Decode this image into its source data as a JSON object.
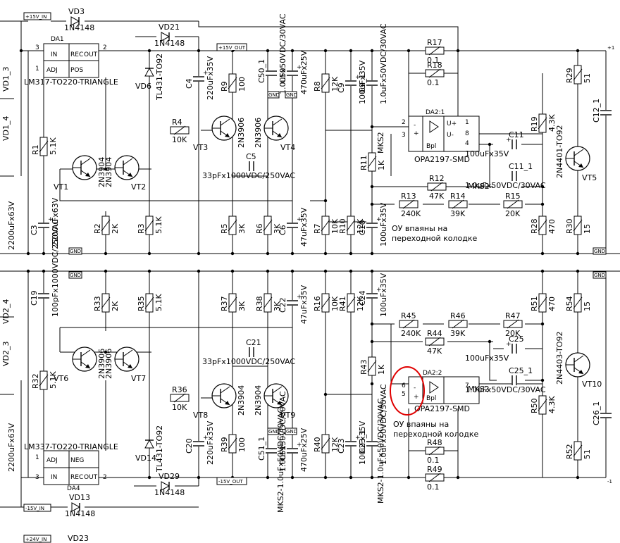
{
  "rails": {
    "p15_in": "+15V_IN",
    "p15_out": "+15V_OUT",
    "m15_in": "-15V_IN",
    "m15_out": "-15V_OUT",
    "p24_in": "+24V_IN",
    "gnd": "GND",
    "edge_top": "+1",
    "edge_bot": "-1"
  },
  "ics": {
    "da1": {
      "ref": "DA1",
      "part": "LM317-TO220-TRIANGLE",
      "p_in": "IN",
      "p_out": "OUT",
      "p_rec": "REC",
      "p_adj": "ADJ",
      "p_pos": "POS",
      "n3": "3",
      "n2": "2",
      "n1": "1"
    },
    "da4": {
      "ref": "DA4",
      "part": "LM337-TO220-TRIANGLE",
      "p_in": "IN",
      "p_out": "OUT",
      "p_rec": "REC",
      "p_adj": "ADJ",
      "p_neg": "NEG",
      "n3": "3",
      "n2": "2",
      "n1": "1"
    },
    "da21": {
      "ref": "DA2:1",
      "part": "OPA2197-SMD",
      "n2": "2",
      "n3": "3",
      "n1": "1",
      "n8": "8",
      "n4": "4",
      "bpl": "Bpl",
      "u_plus": "U+",
      "u_minus": "U-",
      "in_minus": "-",
      "in_plus": "+"
    },
    "da22": {
      "ref": "DA2:2",
      "part": "OPA2197-SMD",
      "n6": "6",
      "n5": "5",
      "n7": "7",
      "bpl": "Bpl",
      "in_minus": "-",
      "in_plus": "+"
    }
  },
  "transistors": {
    "vt1": {
      "ref": "VT1",
      "part": "2N3904"
    },
    "vt2": {
      "ref": "VT2",
      "part": "2N3904"
    },
    "vt3": {
      "ref": "VT3",
      "part": "2N3906"
    },
    "vt4": {
      "ref": "VT4",
      "part": "2N3906"
    },
    "vt5": {
      "ref": "VT5",
      "part": "2N4401-TO92"
    },
    "vt6": {
      "ref": "VT6",
      "part": "2N3906"
    },
    "vt7": {
      "ref": "VT7",
      "part": "2N3906"
    },
    "vt8": {
      "ref": "VT8",
      "part": "2N3904"
    },
    "vt9": {
      "ref": "VT9",
      "part": "2N3904"
    },
    "vt10": {
      "ref": "VT10",
      "part": "2N4403-TO92"
    }
  },
  "diodes": {
    "vd3": {
      "ref": "VD3",
      "part": "1N4148"
    },
    "vd21": {
      "ref": "VD21",
      "part": "1N4148"
    },
    "vd6": {
      "ref": "VD6",
      "part": "TL431-TO92"
    },
    "vd14": {
      "ref": "VD14",
      "part": "TL431-TO92"
    },
    "vd29": {
      "ref": "VD29",
      "part": "1N4148"
    },
    "vd13": {
      "ref": "VD13",
      "part": "1N4148"
    },
    "vd23": {
      "ref": "VD23"
    },
    "vd1_3": {
      "ref": "VD1_3"
    },
    "vd1_4": {
      "ref": "VD1_4"
    },
    "vd2_4": {
      "ref": "VD2_4"
    },
    "vd2_3": {
      "ref": "VD2_3"
    }
  },
  "resistors": {
    "r1": {
      "ref": "R1",
      "val": "5.1K"
    },
    "r2": {
      "ref": "R2",
      "val": "2K"
    },
    "r3": {
      "ref": "R3",
      "val": "5.1K"
    },
    "r4": {
      "ref": "R4",
      "val": "10K"
    },
    "r5": {
      "ref": "R5",
      "val": "3K"
    },
    "r6": {
      "ref": "R6",
      "val": "3K"
    },
    "r7": {
      "ref": "R7",
      "val": "10K"
    },
    "r8": {
      "ref": "R8",
      "val": "12K"
    },
    "r9": {
      "ref": "R9",
      "val": "100"
    },
    "r10": {
      "ref": "R10",
      "val": "12K"
    },
    "r11": {
      "ref": "R11",
      "val": "1K"
    },
    "r12": {
      "ref": "R12",
      "val": "47K"
    },
    "r13": {
      "ref": "R13",
      "val": "240K"
    },
    "r14": {
      "ref": "R14",
      "val": "39K"
    },
    "r15": {
      "ref": "R15",
      "val": "20K"
    },
    "r17": {
      "ref": "R17",
      "val": "0.1"
    },
    "r18": {
      "ref": "R18",
      "val": "0.1"
    },
    "r19": {
      "ref": "R19",
      "val": "4.3K"
    },
    "r28": {
      "ref": "R28",
      "val": "470"
    },
    "r29": {
      "ref": "R29",
      "val": "51"
    },
    "r30": {
      "ref": "R30",
      "val": "15"
    },
    "r32": {
      "ref": "R32",
      "val": "5.1K"
    },
    "r33": {
      "ref": "R33",
      "val": "2K"
    },
    "r35": {
      "ref": "R35",
      "val": "5.1K"
    },
    "r36": {
      "ref": "R36",
      "val": "10K"
    },
    "r37": {
      "ref": "R37",
      "val": "3K"
    },
    "r38": {
      "ref": "R38",
      "val": "3K"
    },
    "r39": {
      "ref": "R39",
      "val": "100"
    },
    "r40": {
      "ref": "R40",
      "val": "12K"
    },
    "r41": {
      "ref": "R41",
      "val": "12K"
    },
    "r16": {
      "ref": "R16",
      "val": "10K"
    },
    "r43": {
      "ref": "R43",
      "val": "1K"
    },
    "r44": {
      "ref": "R44",
      "val": "47K"
    },
    "r45": {
      "ref": "R45",
      "val": "240K"
    },
    "r46": {
      "ref": "R46",
      "val": "39K"
    },
    "r47": {
      "ref": "R47",
      "val": "20K"
    },
    "r48": {
      "ref": "R48",
      "val": "0.1"
    },
    "r49": {
      "ref": "R49",
      "val": "0.1"
    },
    "r50": {
      "ref": "R50",
      "val": "4.3K"
    },
    "r51": {
      "ref": "R51",
      "val": "470"
    },
    "r52": {
      "ref": "R52",
      "val": "51"
    },
    "r54": {
      "ref": "R54",
      "val": "15"
    }
  },
  "capacitors": {
    "c3": {
      "ref": "C3",
      "val": "2200uFx63V"
    },
    "c4": {
      "ref": "C4",
      "val": "220uFx35V"
    },
    "c5": {
      "ref": "C5",
      "val": "33pFx1000VDC/250VAC"
    },
    "c6": {
      "ref": "C6",
      "val": "47uFx35V"
    },
    "c9": {
      "ref": "C9",
      "val": "100uFx35V"
    },
    "c9_1": {
      "ref": "C9_1",
      "val": "1.0uFx50VDC/30VAC"
    },
    "c10": {
      "ref": "C10",
      "val": "100uFx35V"
    },
    "c11": {
      "ref": "C11",
      "val": "100uFx35V"
    },
    "c11_1": {
      "ref": "C11_1",
      "val": "1.0uFx50VDC/30VAC"
    },
    "c12_1": {
      "ref": "C12_1"
    },
    "c50": {
      "ref": "C50",
      "val": "470uFx25V"
    },
    "c50_1": {
      "ref": "C50_1",
      "val": "1.0uFx50VDC/30VAC"
    },
    "c19": {
      "ref": "C19",
      "val": "100pFx1000VDC/250VAC"
    },
    "c20": {
      "ref": "C20",
      "val": "220uFx35V"
    },
    "c21": {
      "ref": "C21",
      "val": "33pFx1000VDC/250VAC"
    },
    "c22": {
      "ref": "C22",
      "val": "47uFx35V"
    },
    "c23": {
      "ref": "C23",
      "val": "100uFx35V"
    },
    "c23_1": {
      "ref": "C23_1",
      "val": "1.0uFx50VDC/30VAC"
    },
    "c24": {
      "ref": "C24",
      "val": "100uFx35V"
    },
    "c25": {
      "ref": "C25",
      "val": "100uFx35V"
    },
    "c25_1": {
      "ref": "C25_1",
      "val": "1.0uFx50VDC/30VAC"
    },
    "c26_1": {
      "ref": "C26_1"
    },
    "c51": {
      "ref": "C51",
      "val": "470uFx25V"
    },
    "c51_1": {
      "ref": "C51_1",
      "val": "1.0uFx50VDC/30VAC"
    },
    "c_gnd": {
      "val": "2200uFx63V"
    },
    "c_gnd2": {
      "val": "2200uFx63V"
    }
  },
  "notes": {
    "top": [
      "ОУ впаяны на",
      "переходной колодке"
    ],
    "bot": [
      "ОУ впаяны на",
      "переходной колодке"
    ]
  },
  "mks": {
    "a": "MKS2",
    "b": "MKS2",
    "c": "MKS2",
    "d": "MKS2-1.0uFx50VDC/30VAC",
    "e": "MKS2-1.0uFx50VDC/30VAC"
  },
  "colors": {
    "wire": "#000000",
    "highlight": "#e00000"
  }
}
